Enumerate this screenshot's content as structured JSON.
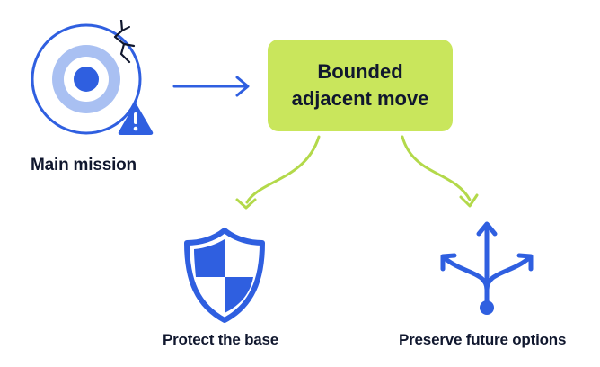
{
  "nodes": {
    "mission": {
      "label": "Main mission",
      "icon": "cracked-target-with-warning-icon"
    },
    "move": {
      "line1": "Bounded",
      "line2": "adjacent move"
    },
    "protect": {
      "label": "Protect the base",
      "icon": "shield-icon"
    },
    "preserve": {
      "label": "Preserve future options",
      "icon": "branching-arrows-icon"
    }
  },
  "colors": {
    "blue": "#2f5fe0",
    "light_blue": "#a9c0f2",
    "lime": "#c9e65c",
    "lime_arrow": "#b3d94a",
    "text": "#10172e"
  }
}
